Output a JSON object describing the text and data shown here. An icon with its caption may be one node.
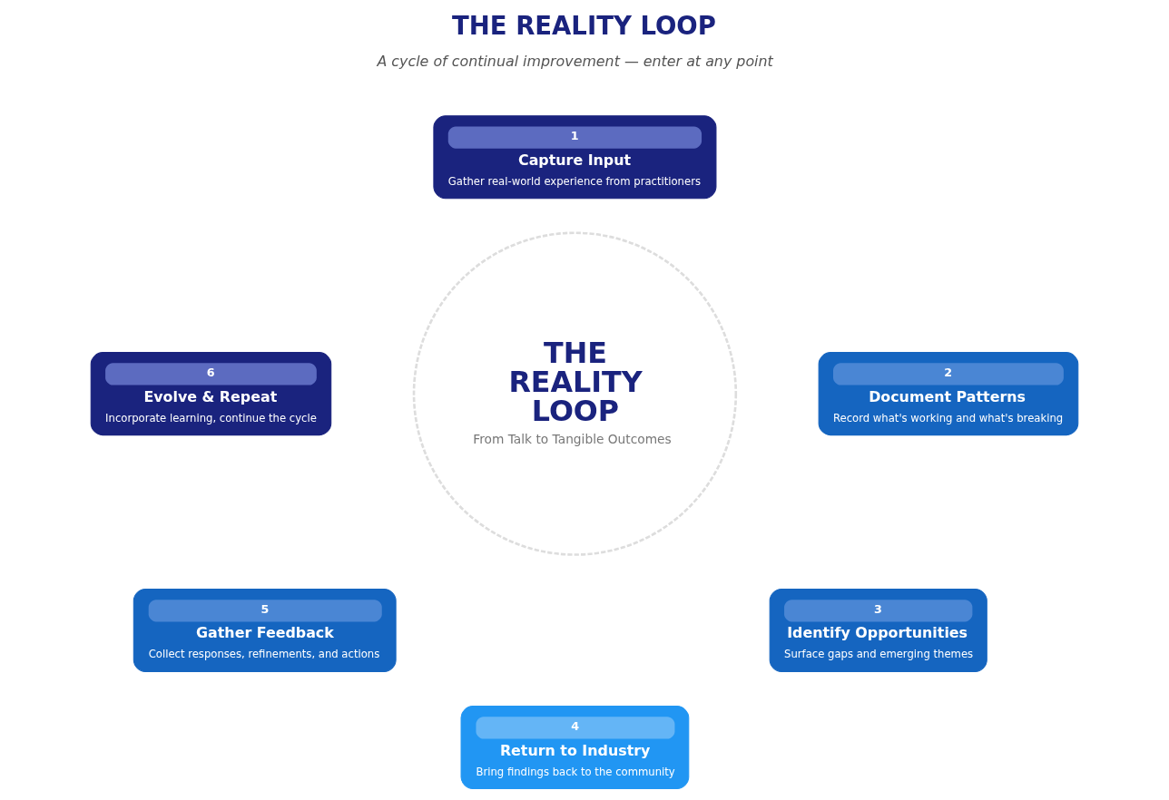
{
  "diagram": {
    "title": "THE REALITY LOOP",
    "nodes": [
      {
        "text": [
          "1",
          "Capture Input",
          "Gather real-world experience from practitioners"
        ]
      },
      {
        "text": [
          "6",
          "Evolve & Repeat",
          "Incorporate learning, continue the cycle"
        ]
      },
      {
        "text": [
          "2",
          "Document Patterns",
          "Record what's working and what's breaking"
        ]
      },
      {
        "text": [
          "THE REALITY LOOP",
          "From Talk to Tangible Outcomes"
        ]
      },
      {
        "text": [
          "5",
          "Gather Feedback",
          "Collect responses, refinements, and actions"
        ]
      },
      {
        "text": [
          "3",
          "Identify Opportunities",
          "Surface gaps and emerging themes"
        ]
      },
      {
        "text": [
          "4",
          "Return to Industry",
          "Bring findings back to the community"
        ]
      }
    ],
    "labels": [
      "A cycle of continual improvement — enter at any point"
    ]
  }
}
